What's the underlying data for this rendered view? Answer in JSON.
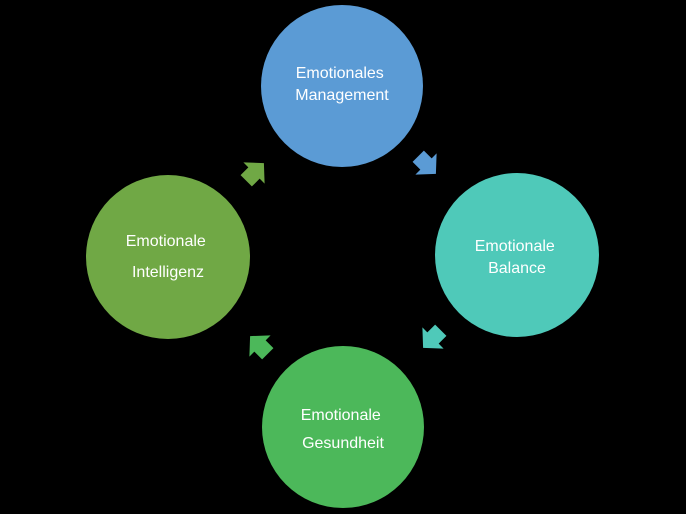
{
  "cycle": {
    "nodes": [
      {
        "id": "management",
        "lines": [
          "Emotionales",
          "Management"
        ],
        "color": "#5b9bd5"
      },
      {
        "id": "balance",
        "lines": [
          "Emotionale",
          "Balance"
        ],
        "color": "#4fc9b9"
      },
      {
        "id": "gesundheit",
        "lines": [
          "Emotionale",
          "Gesundheit"
        ],
        "color": "#4cb85a"
      },
      {
        "id": "intelligenz",
        "lines": [
          "Emotionale",
          "Intelligenz"
        ],
        "color": "#70a845"
      }
    ],
    "arrows": [
      {
        "from": "management",
        "to": "balance",
        "color": "#5b9bd5"
      },
      {
        "from": "balance",
        "to": "gesundheit",
        "color": "#4fc9b9"
      },
      {
        "from": "gesundheit",
        "to": "intelligenz",
        "color": "#4cb85a"
      },
      {
        "from": "intelligenz",
        "to": "management",
        "color": "#70a845"
      }
    ]
  }
}
